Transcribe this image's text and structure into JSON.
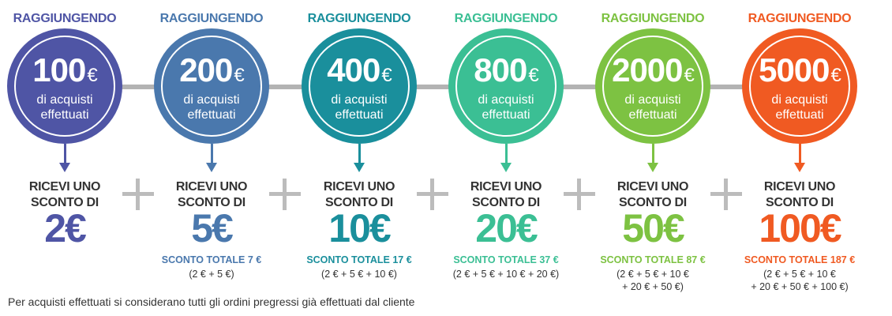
{
  "tiers": [
    {
      "title": "RAGGIUNGENDO",
      "amount": "100",
      "currency": "€",
      "line1": "di acquisti",
      "line2": "effettuati",
      "receive1": "RICEVI UNO",
      "receive2": "SCONTO DI",
      "discount": "2€",
      "total": "",
      "breakdown1": "",
      "breakdown2": "",
      "color": "#4f55a5"
    },
    {
      "title": "RAGGIUNGENDO",
      "amount": "200",
      "currency": "€",
      "line1": "di acquisti",
      "line2": "effettuati",
      "receive1": "RICEVI UNO",
      "receive2": "SCONTO DI",
      "discount": "5€",
      "total": "SCONTO TOTALE 7 €",
      "breakdown1": "(2 € + 5 €)",
      "breakdown2": "",
      "color": "#4a78ad"
    },
    {
      "title": "RAGGIUNGENDO",
      "amount": "400",
      "currency": "€",
      "line1": "di acquisti",
      "line2": "effettuati",
      "receive1": "RICEVI UNO",
      "receive2": "SCONTO DI",
      "discount": "10€",
      "total": "SCONTO TOTALE 17 €",
      "breakdown1": "(2 € + 5 € + 10 €)",
      "breakdown2": "",
      "color": "#1a8f9c"
    },
    {
      "title": "RAGGIUNGENDO",
      "amount": "800",
      "currency": "€",
      "line1": "di acquisti",
      "line2": "effettuati",
      "receive1": "RICEVI UNO",
      "receive2": "SCONTO DI",
      "discount": "20€",
      "total": "SCONTO TOTALE 37 €",
      "breakdown1": "(2 € + 5 € + 10 € + 20 €)",
      "breakdown2": "",
      "color": "#3bbf94"
    },
    {
      "title": "RAGGIUNGENDO",
      "amount": "2000",
      "currency": "€",
      "line1": "di acquisti",
      "line2": "effettuati",
      "receive1": "RICEVI UNO",
      "receive2": "SCONTO DI",
      "discount": "50€",
      "total": "SCONTO TOTALE 87 €",
      "breakdown1": "(2 € + 5 € + 10 €",
      "breakdown2": "+ 20 € + 50 €)",
      "color": "#7dc242"
    },
    {
      "title": "RAGGIUNGENDO",
      "amount": "5000",
      "currency": "€",
      "line1": "di acquisti",
      "line2": "effettuati",
      "receive1": "RICEVI UNO",
      "receive2": "SCONTO DI",
      "discount": "100€",
      "total": "SCONTO TOTALE 187 €",
      "breakdown1": "(2 € + 5 € + 10 €",
      "breakdown2": "+ 20 € + 50 € + 100 €)",
      "color": "#f05a22"
    }
  ],
  "footer": "Per acquisti effettuati si considerano tutti gli ordini pregressi già effettuati dal cliente"
}
